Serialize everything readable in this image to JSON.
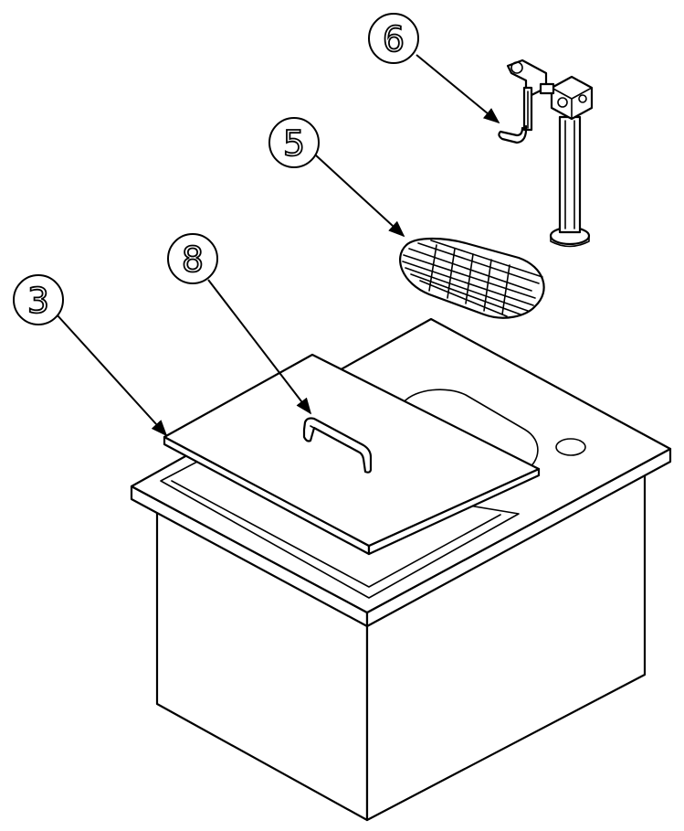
{
  "callouts": [
    {
      "id": "callout-6",
      "label": "6"
    },
    {
      "id": "callout-5",
      "label": "5"
    },
    {
      "id": "callout-8",
      "label": "8"
    },
    {
      "id": "callout-3",
      "label": "3"
    }
  ],
  "colors": {
    "line": "#000000",
    "background": "#ffffff"
  }
}
